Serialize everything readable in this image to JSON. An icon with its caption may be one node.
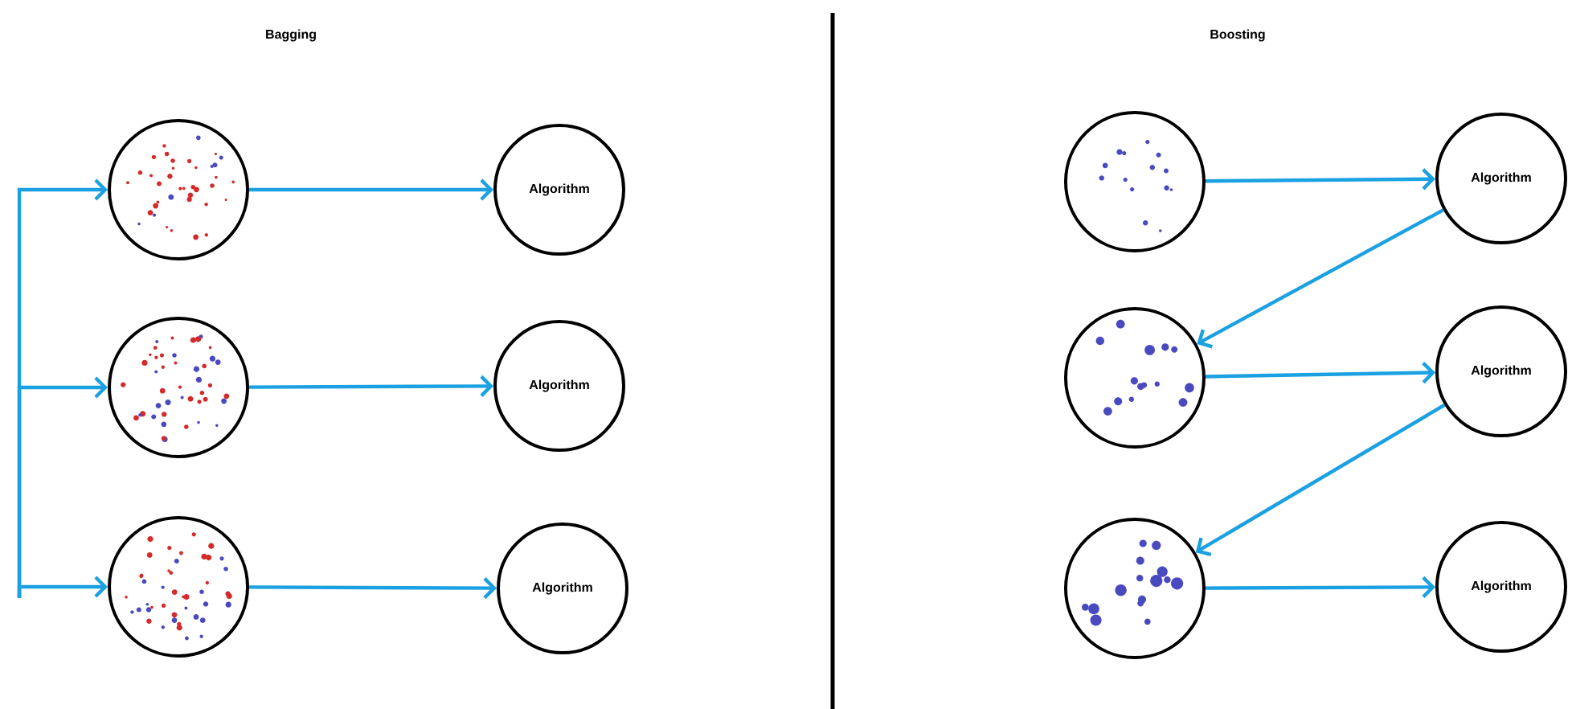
{
  "diagram": {
    "nodes": [
      {
        "text": [],
        "shape": "circle"
      },
      {
        "text": [],
        "shape": "circle"
      },
      {
        "text": [],
        "shape": "circle"
      },
      {
        "text": [
          "Algorithm"
        ]
      },
      {
        "text": [
          "Algorithm"
        ]
      },
      {
        "text": [
          "Algorithm"
        ]
      },
      {
        "text": [],
        "shape": "circle"
      },
      {
        "text": [],
        "shape": "circle"
      },
      {
        "text": [],
        "shape": "circle"
      },
      {
        "text": [
          "Algorithm"
        ]
      },
      {
        "text": [
          "Algorithm"
        ]
      },
      {
        "text": [
          "Algorithm"
        ]
      }
    ],
    "edges": [
      {
        "from": null,
        "to": 0,
        "arrow": "to"
      },
      {
        "from": null,
        "to": 1,
        "arrow": "to"
      },
      {
        "from": null,
        "to": 2,
        "arrow": "to"
      },
      {
        "from": 0,
        "to": 3,
        "arrow": "to"
      },
      {
        "from": 1,
        "to": 4,
        "arrow": "to"
      },
      {
        "from": 2,
        "to": 5,
        "arrow": "to"
      },
      {
        "from": 6,
        "to": 9,
        "arrow": "to"
      },
      {
        "from": 9,
        "to": 7,
        "arrow": "to"
      },
      {
        "from": 7,
        "to": 10,
        "arrow": "to"
      },
      {
        "from": 10,
        "to": 8,
        "arrow": "to"
      },
      {
        "from": 8,
        "to": 11,
        "arrow": "to"
      }
    ],
    "labels": [
      "Bagging",
      "Boosting"
    ]
  }
}
